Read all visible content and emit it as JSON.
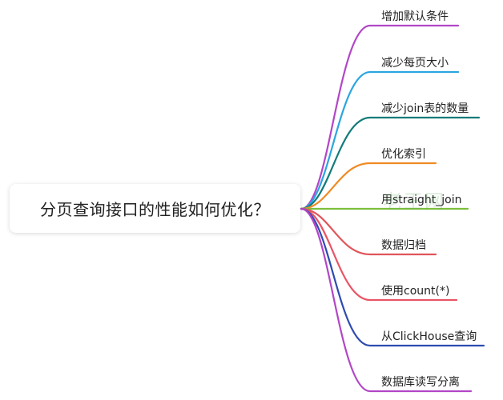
{
  "root": {
    "label": "分页查询接口的性能如何优化？"
  },
  "branches": [
    {
      "label": "增加默认条件",
      "color": "#b246c7"
    },
    {
      "label": "减少每页大小",
      "color": "#2ba6e0"
    },
    {
      "label": "减少join表的数量",
      "color": "#137c7a"
    },
    {
      "label": "优化索引",
      "color": "#f08a24"
    },
    {
      "label": "用straight_join",
      "color": "#7cbf3c"
    },
    {
      "label": "数据归档",
      "color": "#e0555a"
    },
    {
      "label": "使用count(*)",
      "color": "#e85566"
    },
    {
      "label": "从ClickHouse查询",
      "color": "#2f4bb0"
    },
    {
      "label": "数据库读写分离",
      "color": "#b246c7"
    }
  ],
  "watermark": {
    "text": "老王网"
  }
}
